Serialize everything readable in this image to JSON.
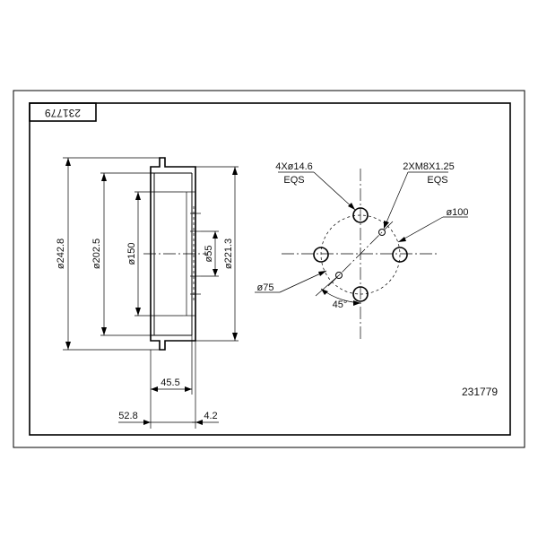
{
  "title_block": {
    "part_number_rotated": "231779"
  },
  "part_number": "231779",
  "side_view": {
    "dim_outer_dia": "ø242.8",
    "dim_drum_dia": "ø202.5",
    "dim_hub_dia": "ø150",
    "dim_center_bore": "ø55",
    "dim_flange_dia": "ø221.3",
    "dim_depth_inner": "45.5",
    "dim_depth_total": "52.8",
    "dim_flange_thk": "4.2"
  },
  "front_view": {
    "bolt_holes_label": "4Xø14.6",
    "bolt_holes_eqs": "EQS",
    "thread_holes_label": "2XM8X1.25",
    "thread_holes_eqs": "EQS",
    "bolt_circle": "ø100",
    "thread_circle": "ø75",
    "angle": "45°"
  }
}
